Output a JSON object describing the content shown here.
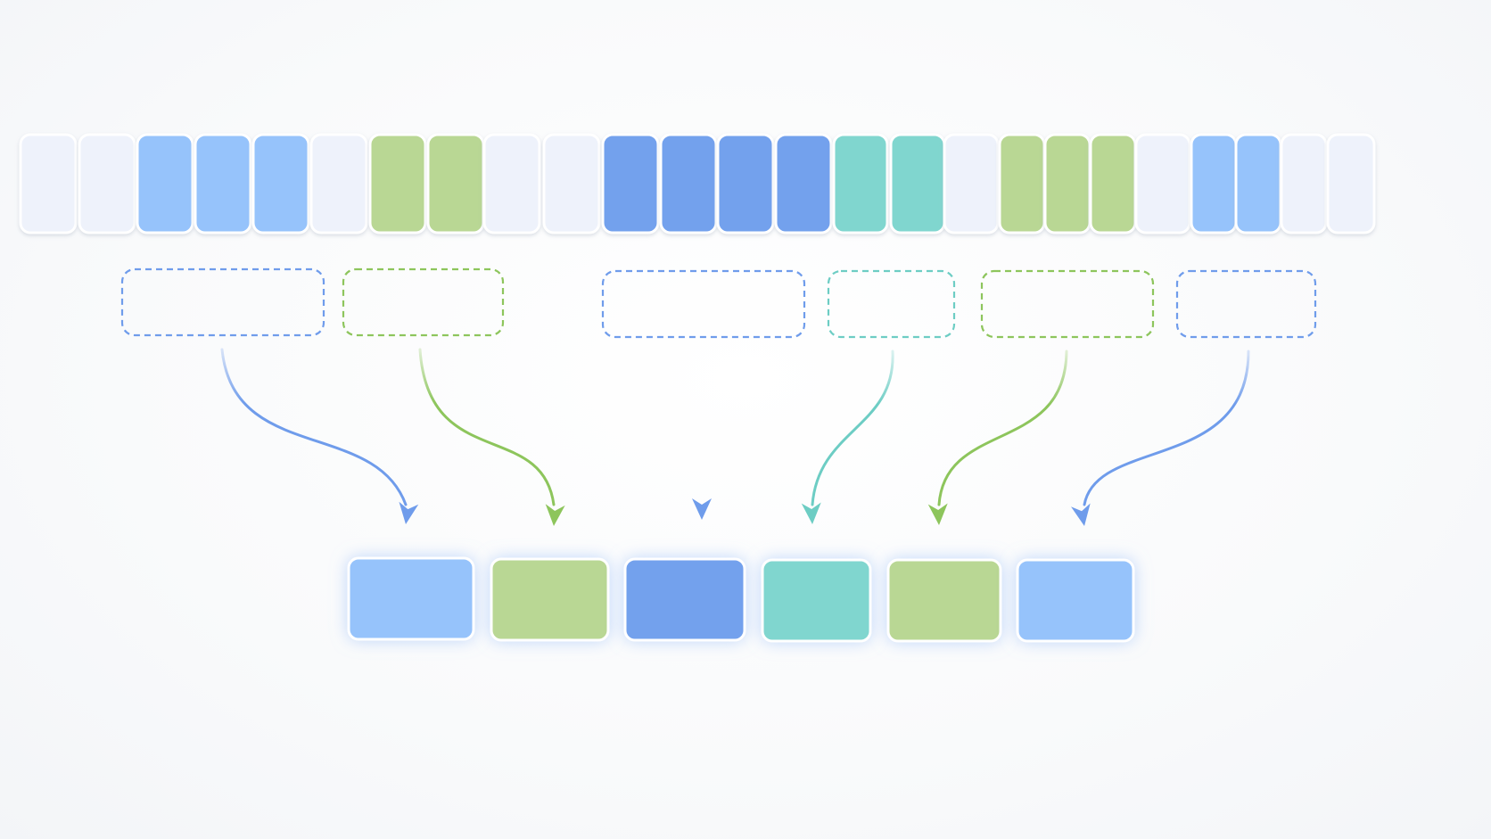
{
  "colors": {
    "empty": "#eef2fb",
    "light_blue": "#96c3fb",
    "green": "#b9d794",
    "dark_blue": "#73a1ed",
    "teal": "#80d6cf",
    "arrow_blue": "#6f9ceb",
    "arrow_green": "#8dc55c",
    "arrow_teal": "#6dcdc4"
  },
  "sequence": [
    "empty",
    "empty",
    "light_blue",
    "light_blue",
    "light_blue",
    "empty",
    "green",
    "green",
    "empty",
    "empty",
    "dark_blue",
    "dark_blue",
    "dark_blue",
    "dark_blue",
    "teal",
    "teal",
    "empty",
    "green",
    "green",
    "green",
    "empty",
    "light_blue",
    "light_blue",
    "empty",
    "empty"
  ],
  "groups": [
    {
      "color": "light_blue",
      "arrow": "arrow_blue"
    },
    {
      "color": "green",
      "arrow": "arrow_green"
    },
    {
      "color": "dark_blue",
      "arrow": "arrow_blue"
    },
    {
      "color": "teal",
      "arrow": "arrow_teal"
    },
    {
      "color": "green",
      "arrow": "arrow_green"
    },
    {
      "color": "light_blue",
      "arrow": "arrow_blue"
    }
  ]
}
